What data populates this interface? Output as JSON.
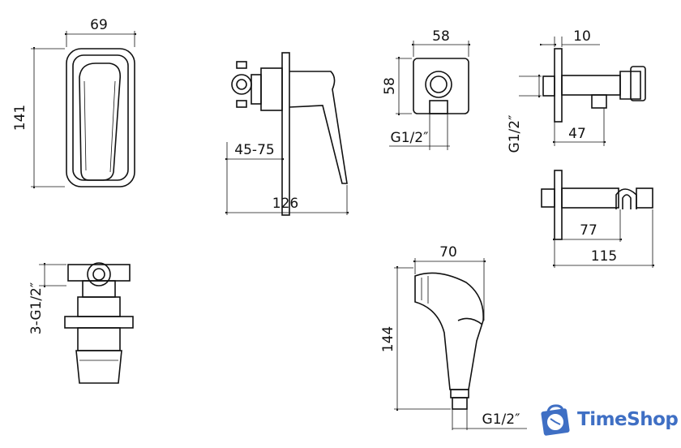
{
  "mixer_front": {
    "width": "69",
    "height": "141"
  },
  "mixer_side": {
    "depth_range": "45-75",
    "length": "126"
  },
  "wall_outlet": {
    "width": "58",
    "height": "58",
    "thread": "G1/2″"
  },
  "holder_top": {
    "plate": "10",
    "thread": "G1/2″",
    "offset": "47"
  },
  "holder_bottom": {
    "offset": "77",
    "length": "115"
  },
  "valve_body": {
    "threads": "3-G1/2″"
  },
  "sprayer": {
    "width": "70",
    "height": "144",
    "thread": "G1/2″"
  },
  "logo": {
    "text": "TimeShop",
    "color": "#3f6fc4"
  }
}
